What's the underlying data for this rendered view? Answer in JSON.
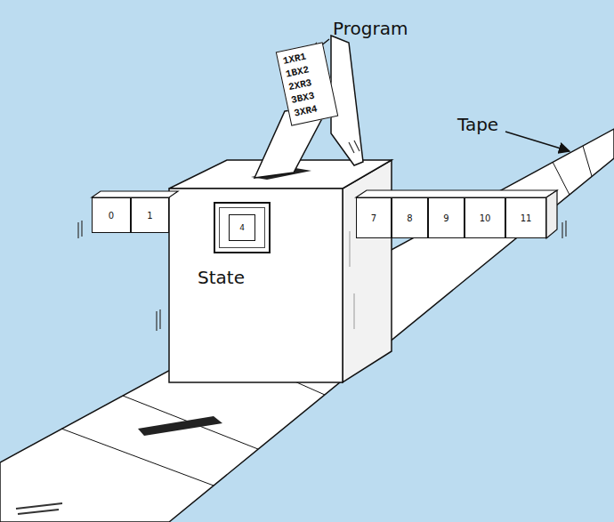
{
  "diagram": {
    "nodes": [
      {
        "text": [
          "1XR1",
          "1BX2",
          "2XR3",
          "3BX3",
          "3XR4"
        ]
      },
      {
        "text": [
          "State"
        ]
      },
      {
        "text": [
          "4"
        ],
        "in": 1
      },
      {
        "text": [
          "0"
        ]
      },
      {
        "text": [
          "1"
        ]
      },
      {
        "text": [
          "7"
        ]
      },
      {
        "text": [
          "8"
        ]
      },
      {
        "text": [
          "9"
        ]
      },
      {
        "text": [
          "10"
        ]
      },
      {
        "text": [
          "11"
        ]
      }
    ],
    "labels": [
      "Program",
      "Tape"
    ]
  }
}
